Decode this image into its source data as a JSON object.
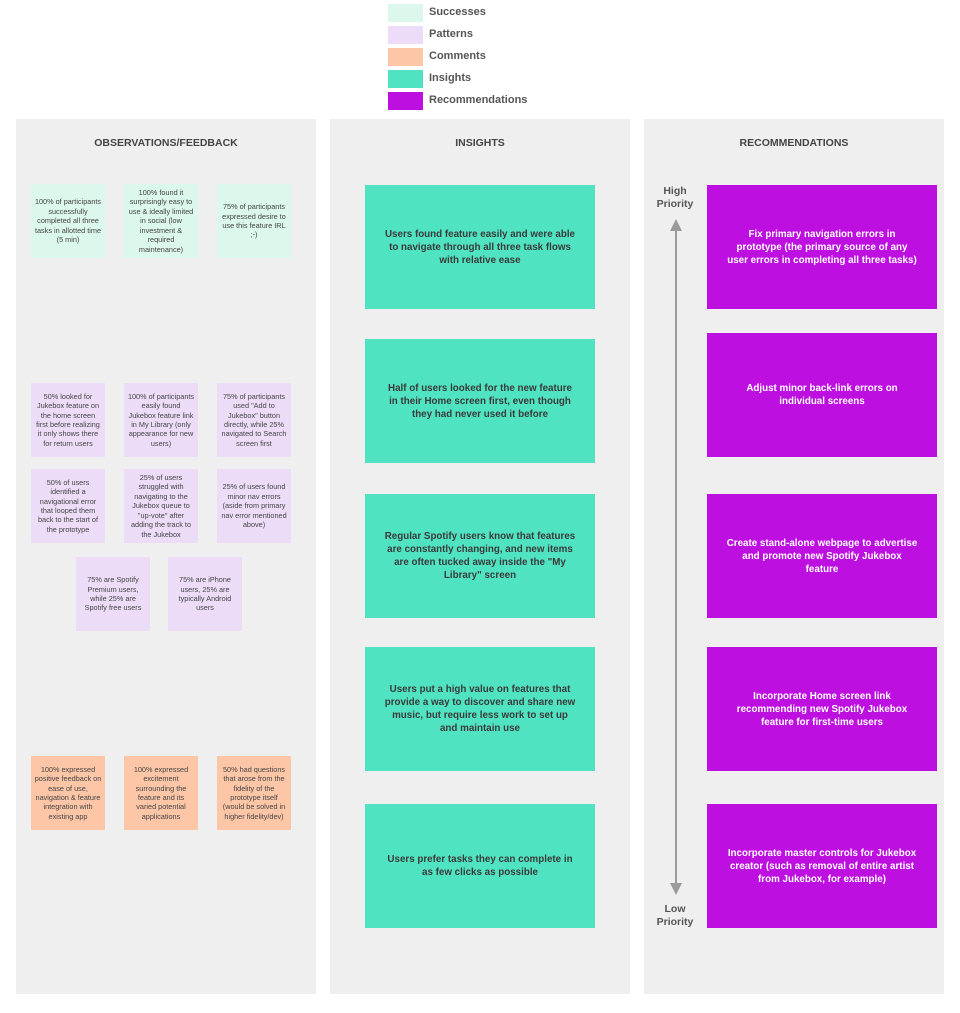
{
  "colors": {
    "successes": "#dcf7eb",
    "patterns": "#ecdcf8",
    "comments": "#fdc6a7",
    "insights": "#50e3c2",
    "recommendations": "#bd10e0",
    "column_bg": "#efefef"
  },
  "legend": [
    {
      "label": "Successes",
      "color": "#dcf7eb"
    },
    {
      "label": "Patterns",
      "color": "#ecdcf8"
    },
    {
      "label": "Comments",
      "color": "#fdc6a7"
    },
    {
      "label": "Insights",
      "color": "#50e3c2"
    },
    {
      "label": "Recommendations",
      "color": "#bd10e0"
    }
  ],
  "columns": {
    "observations": {
      "title": "OBSERVATIONS/FEEDBACK",
      "successes": [
        "100% of participants successfully completed all three tasks in allotted time (5 min)",
        "100% found it surprisingly easy to use & ideally limited in social (low investment & required maintenance)",
        "75% of participants expressed desire to use this feature IRL ;-)"
      ],
      "patterns": [
        "50% looked for Jukebox feature on the home screen first before realizing it only shows there for return users",
        "100% of participants easily found Jukebox feature link in My Library (only appearance for new users)",
        "75% of participants used \"Add to Jukebox\" button directly, while 25% navigated to Search screen first",
        "50% of users identified a navigational error that looped them back to the start of the prototype",
        "25% of users struggled with navigating to the Jukebox queue to \"up-vote\" after adding the track to the Jukebox",
        "25% of users found minor nav errors (aside from primary nav error mentioned above)",
        "75% are Spotify Premium users, while 25% are Spotify free users",
        "75% are iPhone users, 25% are typically Android users"
      ],
      "comments": [
        "100% expressed positive feedback on ease of use, navigation & feature integration with existing app",
        "100% expressed excitement surrounding the feature and its varied potential applications",
        "50% had questions that arose from the fidelity of the prototype itself (would be solved in higher fidelity/dev)"
      ]
    },
    "insights": {
      "title": "INSIGHTS",
      "items": [
        "Users found feature easily and were able to navigate through all three task flows with relative ease",
        "Half of users looked for the new feature in their Home screen first, even though they had never used it before",
        "Regular Spotify users know that features are constantly changing, and new items are often tucked away inside the \"My Library\" screen",
        "Users put a high value on features that provide a way to discover and share new music, but require less work to set up and maintain use",
        "Users prefer tasks they can complete in as few clicks as possible"
      ]
    },
    "recommendations": {
      "title": "RECOMMENDATIONS",
      "high_priority": "High Priority",
      "low_priority": "Low Priority",
      "items": [
        "Fix primary navigation errors in prototype (the primary source of any user errors in completing all three tasks)",
        "Adjust minor back-link errors on individual screens",
        "Create stand-alone webpage to advertise and promote new Spotify Jukebox feature",
        "Incorporate Home screen link recommending new Spotify Jukebox feature for first-time users",
        "Incorporate master controls for Jukebox creator (such as removal of entire artist from Jukebox, for example)"
      ]
    }
  }
}
